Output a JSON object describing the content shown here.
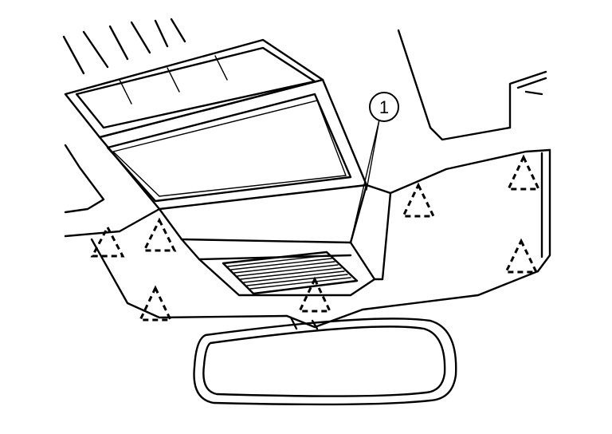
{
  "callouts": [
    {
      "label": "1"
    }
  ],
  "colors": {
    "line": "#000000",
    "background": "#ffffff"
  },
  "clip_markers": [
    {
      "name": "clip-marker-1"
    },
    {
      "name": "clip-marker-2"
    },
    {
      "name": "clip-marker-3"
    },
    {
      "name": "clip-marker-4"
    },
    {
      "name": "clip-marker-5"
    },
    {
      "name": "clip-marker-6"
    },
    {
      "name": "clip-marker-7"
    }
  ]
}
